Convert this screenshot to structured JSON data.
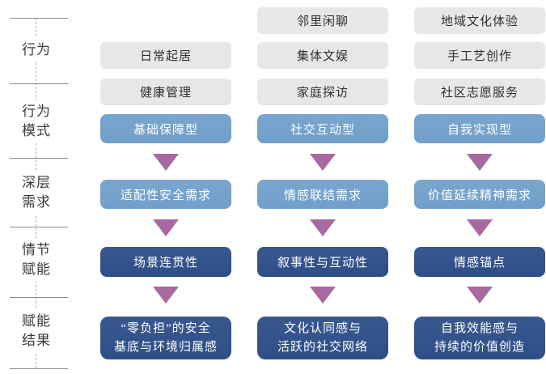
{
  "palette": {
    "box_gray": "#e9e7e5",
    "box_blue": "#6f9fc9",
    "box_dark_blue": "#2e4e88",
    "arrow_purple": "#a869a1",
    "text_dark": "#2f2f2f",
    "text_white": "#ffffff",
    "line_gray": "#8c8c8c"
  },
  "sidebar": {
    "labels": [
      "行为",
      "行为\n模式",
      "深层\n需求",
      "情节\n赋能",
      "赋能\n结果"
    ]
  },
  "columns": [
    {
      "behaviors": [
        "日常起居",
        "健康管理"
      ],
      "pattern": "基础保障型",
      "need": "适配性安全需求",
      "enabler": "场景连贯性",
      "outcome": "“零负担”的安全\n基底与环境归属感"
    },
    {
      "behaviors": [
        "邻里闲聊",
        "集体文娱",
        "家庭探访"
      ],
      "pattern": "社交互动型",
      "need": "情感联结需求",
      "enabler": "叙事性与互动性",
      "outcome": "文化认同感与\n活跃的社交网络"
    },
    {
      "behaviors": [
        "地域文化体验",
        "手工艺创作",
        "社区志愿服务"
      ],
      "pattern": "自我实现型",
      "need": "价值延续精神需求",
      "enabler": "情感锚点",
      "outcome": "自我效能感与\n持续的价值创造"
    }
  ]
}
